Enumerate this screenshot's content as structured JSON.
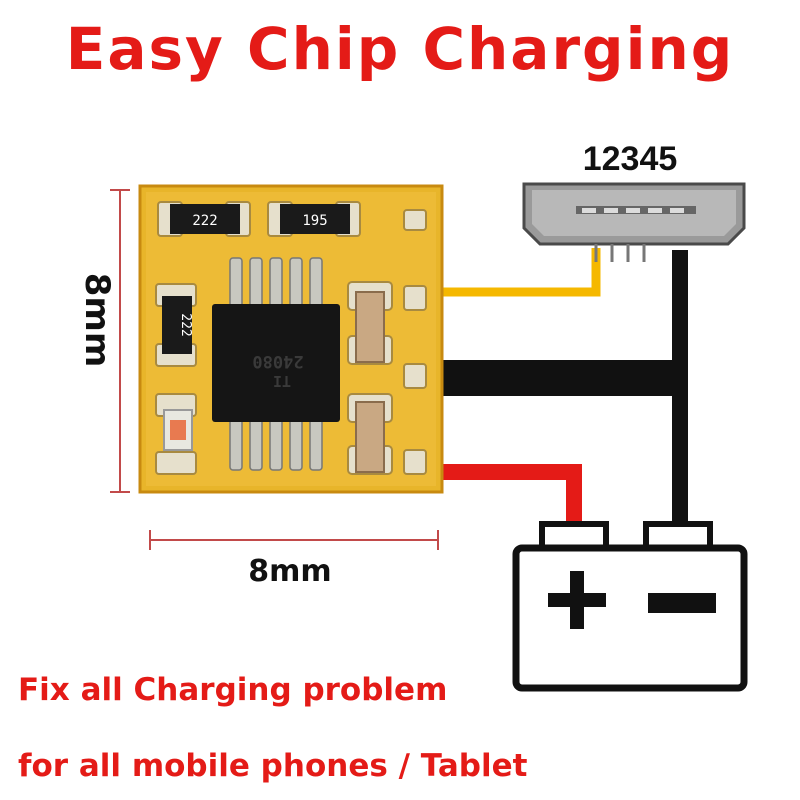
{
  "title": "Easy Chip Charging",
  "connector": {
    "pin_label": "12345"
  },
  "dimensions": {
    "height_label": "8mm",
    "width_label": "8mm"
  },
  "chip": {
    "resistor_top_left": "222",
    "resistor_top_right": "195",
    "resistor_left": "222",
    "ic_marking_1": "24080",
    "ic_marking_2": "TI"
  },
  "battery": {
    "plus_symbol": "+",
    "minus_symbol": "−"
  },
  "wires": {
    "signal_color": "#f5b800",
    "negative_color": "#111111",
    "positive_color": "#e41b17"
  },
  "tagline": {
    "line1": "Fix all Charging problem",
    "line2": "for all mobile phones / Tablet"
  }
}
